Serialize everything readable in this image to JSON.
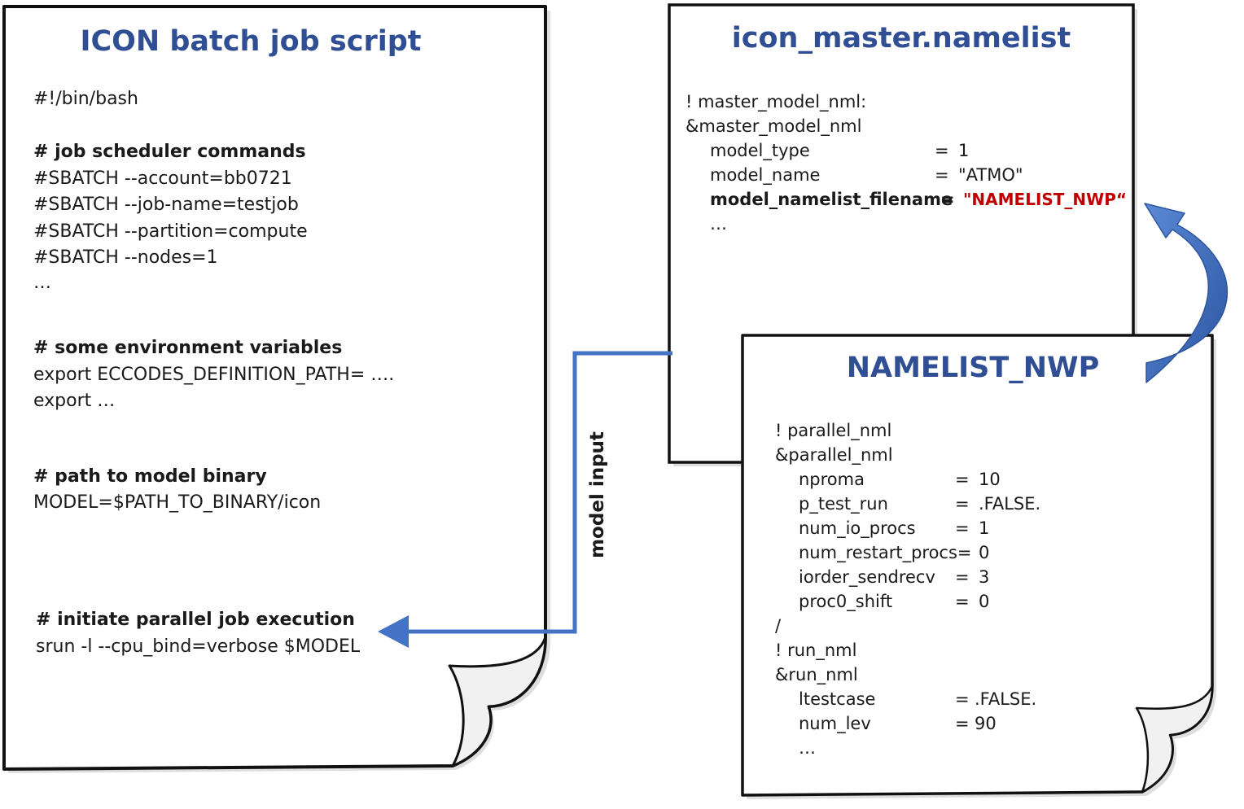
{
  "colors": {
    "title": "#2F4E93",
    "arrow": "#4472C4",
    "highlight": "#C00000",
    "text": "#1a1a1a",
    "page_border": "#111111"
  },
  "batch_script": {
    "title": "ICON batch job script",
    "shebang": "#!/bin/bash",
    "scheduler_comment": "# job scheduler commands",
    "sbatch_lines": [
      "#SBATCH --account=bb0721",
      "#SBATCH --job-name=testjob",
      "#SBATCH --partition=compute",
      "#SBATCH --nodes=1"
    ],
    "scheduler_ellipsis": "…",
    "env_comment": "# some environment variables",
    "env_lines": [
      "export ECCODES_DEFINITION_PATH= ….",
      "export …"
    ],
    "binary_comment": "# path to model binary",
    "binary_line": "MODEL=$PATH_TO_BINARY/icon",
    "exec_comment": "# initiate parallel job execution",
    "exec_line": "srun -l --cpu_bind=verbose $MODEL"
  },
  "master_namelist": {
    "title": "icon_master.namelist",
    "comment": "! master_model_nml:",
    "group": "&master_model_nml",
    "entries": [
      {
        "key": "model_type",
        "eq": "=",
        "value": "1"
      },
      {
        "key": "model_name",
        "eq": "=",
        "value": "\"ATMO\""
      }
    ],
    "highlight_key": "model_namelist_filename",
    "highlight_eq": "=",
    "highlight_value": "\"NAMELIST_NWP“",
    "ellipsis": "…"
  },
  "nwp_namelist": {
    "title": "NAMELIST_NWP",
    "parallel_comment": "! parallel_nml",
    "parallel_group": "&parallel_nml",
    "parallel_entries": [
      {
        "key": "nproma",
        "eq": "=",
        "value": "10"
      },
      {
        "key": "p_test_run",
        "eq": "=",
        "value": ".FALSE."
      },
      {
        "key": "num_io_procs",
        "eq": "=",
        "value": "1"
      },
      {
        "key": "num_restart_procs=",
        "eq": "",
        "value": "0"
      },
      {
        "key": "iorder_sendrecv",
        "eq": "=",
        "value": "3"
      },
      {
        "key": "proc0_shift",
        "eq": "=",
        "value": "0"
      }
    ],
    "slash": "/",
    "run_comment": "! run_nml",
    "run_group": "&run_nml",
    "run_entries": [
      {
        "key": "ltestcase",
        "eq": "=",
        "value": ".FALSE."
      },
      {
        "key": "num_lev",
        "eq": "=",
        "value": "90"
      }
    ],
    "ellipsis": "…"
  },
  "connector": {
    "label": "model input"
  }
}
